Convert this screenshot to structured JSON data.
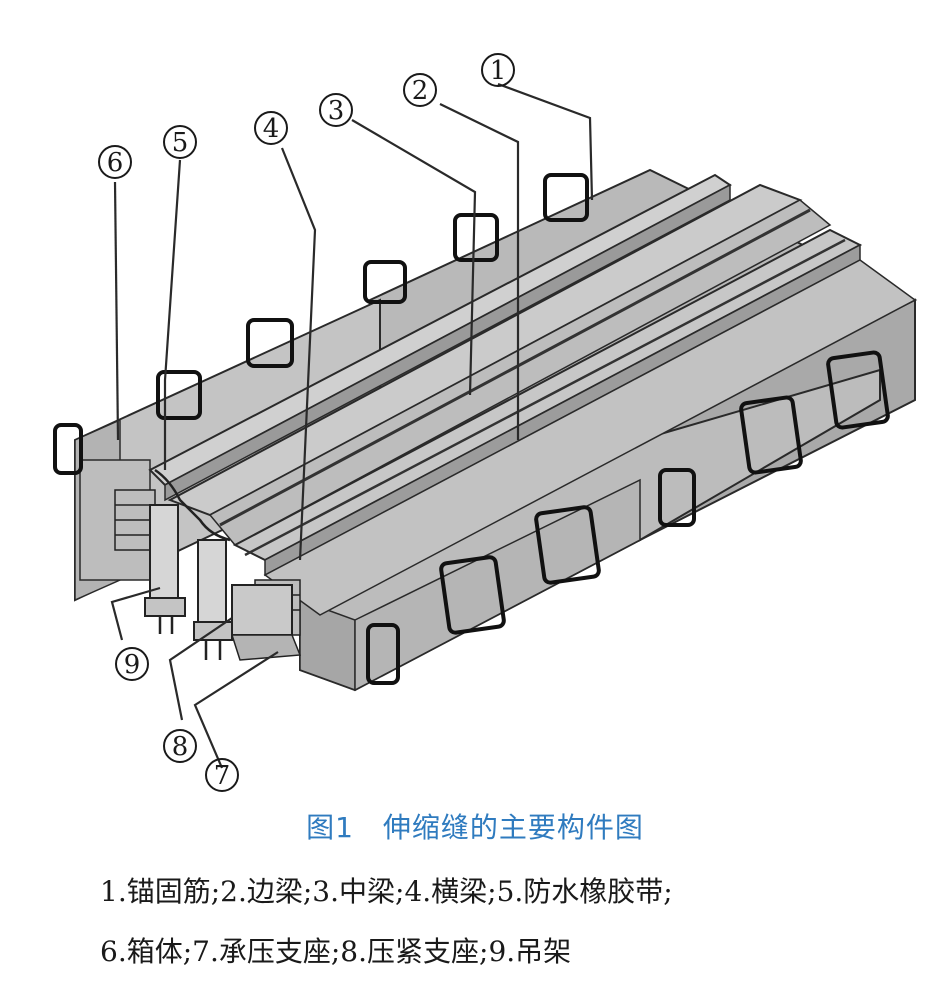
{
  "callouts": [
    {
      "number": "1"
    },
    {
      "number": "2"
    },
    {
      "number": "3"
    },
    {
      "number": "4"
    },
    {
      "number": "5"
    },
    {
      "number": "6"
    },
    {
      "number": "7"
    },
    {
      "number": "8"
    },
    {
      "number": "9"
    }
  ],
  "caption": "图1　伸缩缝的主要构件图",
  "legend": {
    "line1": "1.锚固筋;2.边梁;3.中梁;4.横梁;5.防水橡胶带;",
    "line2": "6.箱体;7.承压支座;8.压紧支座;9.吊架"
  },
  "colors": {
    "caption": "#2f7bbf",
    "steel_top": "#c9c9c9",
    "steel_side": "#b1b1b1",
    "steel_dark": "#8a8a8a",
    "outline": "#1a1a1a"
  }
}
